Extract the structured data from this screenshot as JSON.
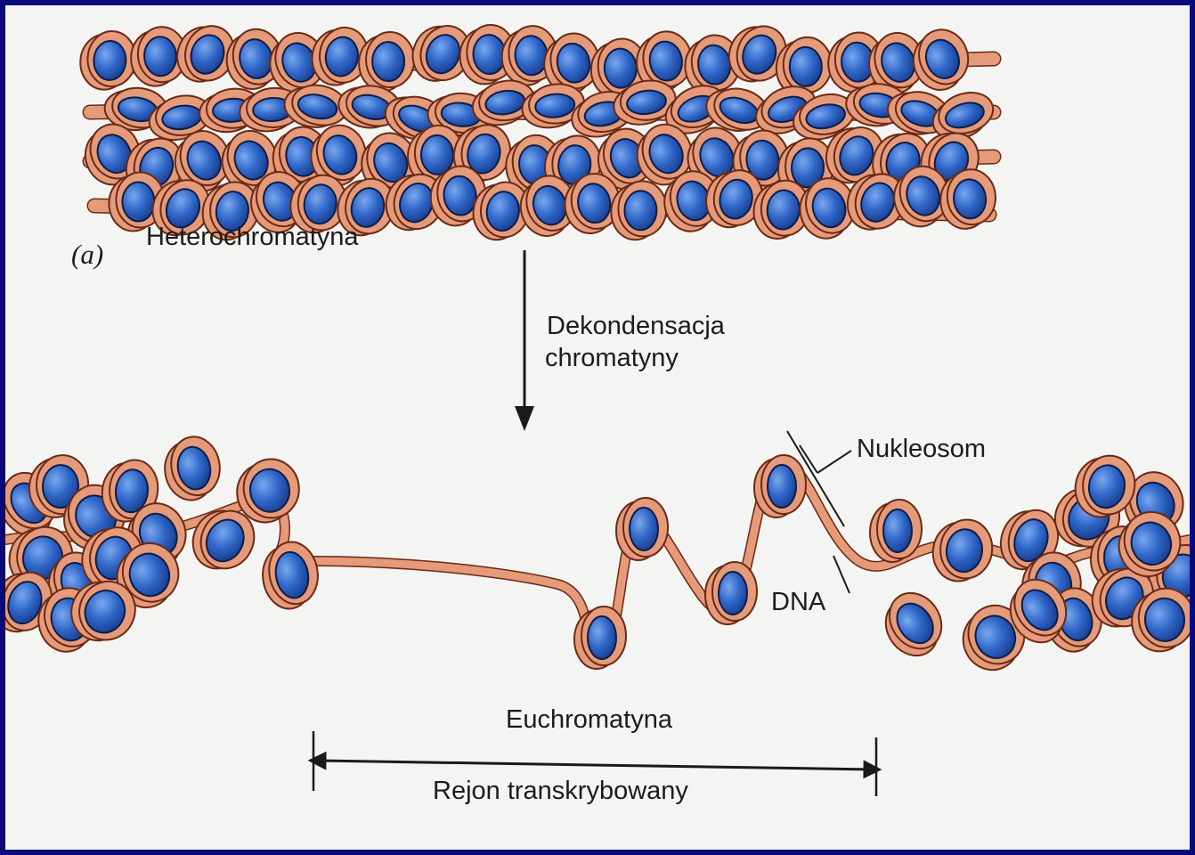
{
  "figure": {
    "panel_label": "(a)",
    "heterochromatin_label": "Heterochromatyna",
    "process_label_line1": "Dekondensacja",
    "process_label_line2": "chromatyny",
    "nucleosome_label": "Nukleosom",
    "dna_label": "DNA",
    "euchromatin_label": "Euchromatyna",
    "transcribed_region_label": "Rejon transkrybowany"
  },
  "colors": {
    "background_border": "#0a0a7a",
    "page": "#f4f4f2",
    "dna_fill": "#e59a7a",
    "dna_stroke": "#6a2a14",
    "histone_fill": "#2f66c8",
    "histone_highlight": "#6fa0ea",
    "histone_stroke": "#0d1e4a",
    "arrow": "#1a1a1a"
  },
  "icons": {
    "nucleosome": "nucleosome-icon",
    "arrow_down": "arrow-down-icon",
    "dimension_arrow": "double-arrow-icon"
  }
}
